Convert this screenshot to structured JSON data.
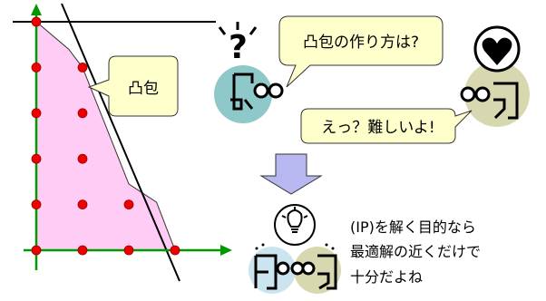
{
  "hull_callout": {
    "text": "凸包"
  },
  "question_bubble": {
    "text": "凸包の作り方は?"
  },
  "reply_bubble": {
    "text": "えっ？難しいよ!"
  },
  "answer": {
    "lines": [
      "(IP)を解く目的なら",
      "最適解の近くだけで",
      "十分だよね"
    ]
  },
  "grid_points": [
    [
      0,
      5
    ],
    [
      0,
      4
    ],
    [
      1,
      4
    ],
    [
      0,
      3
    ],
    [
      1,
      3
    ],
    [
      0,
      2
    ],
    [
      1,
      2
    ],
    [
      0,
      1
    ],
    [
      1,
      1
    ],
    [
      2,
      1
    ],
    [
      0,
      0
    ],
    [
      1,
      0
    ],
    [
      2,
      0
    ],
    [
      3,
      0
    ]
  ],
  "hull_vertices": [
    [
      0,
      5
    ],
    [
      0.7,
      4.4
    ],
    [
      1,
      4
    ],
    [
      2,
      1.45
    ],
    [
      2.6,
      1.05
    ],
    [
      3,
      0
    ],
    [
      0,
      0
    ]
  ],
  "colors": {
    "hull_fill": "#ffccf5",
    "axis": "#009900",
    "point": "#ee0000",
    "bubble_fill": "#ffffcc",
    "arrow_fill": "#b8b8f0",
    "head_teal": "#8fc8c8",
    "head_olive": "#d8d8b0",
    "head_lightblue": "#cce4f0"
  },
  "icons": [
    "question-mark-icon",
    "heart-icon",
    "lightbulb-icon",
    "down-arrow-icon"
  ]
}
